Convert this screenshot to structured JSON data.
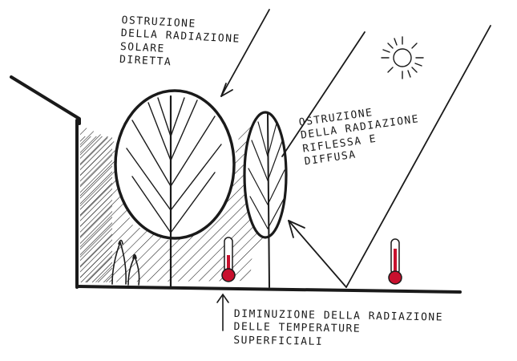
{
  "labels": {
    "direct_obstruction": [
      "OSTRUZIONE",
      "DELLA RADIAZIONE",
      "SOLARE",
      "DIRETTA"
    ],
    "reflected_obstruction": [
      "OSTRUZIONE",
      "DELLA RADIAZIONE",
      "RIFLESSA E",
      "DIFFUSA"
    ],
    "surface_reduction": [
      "DIMINUZIONE DELLA RADIAZIONE",
      "DELLE TEMPERATURE",
      "SUPERFICIALI"
    ]
  },
  "icons": {
    "sun": "sun-icon",
    "thermometer": "thermometer-icon"
  },
  "colors": {
    "ink": "#1a1a1a",
    "thermometer_red": "#c8102e"
  }
}
